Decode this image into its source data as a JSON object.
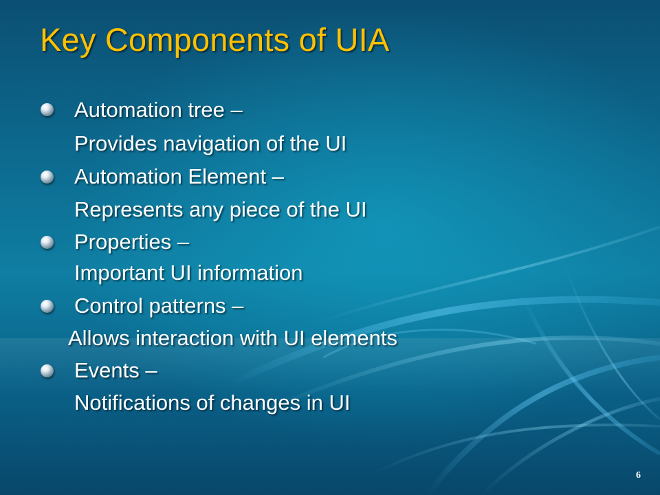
{
  "slide": {
    "title": "Key Components of UIA",
    "page_number": "6",
    "bullets": [
      {
        "heading": "Automation tree –",
        "description": "Provides navigation of the UI"
      },
      {
        "heading": "Automation Element –",
        "description": "Represents any piece of the UI"
      },
      {
        "heading": "Properties –",
        "description": "Important UI information"
      },
      {
        "heading": "Control patterns –",
        "description": "Allows interaction with UI elements"
      },
      {
        "heading": "Events –",
        "description": "Notifications of changes in UI"
      }
    ]
  },
  "colors": {
    "title": "#ffc000",
    "text": "#ffffff",
    "background": "#0f7ea2"
  },
  "icons": {
    "bullet": "sphere-bullet-icon"
  }
}
